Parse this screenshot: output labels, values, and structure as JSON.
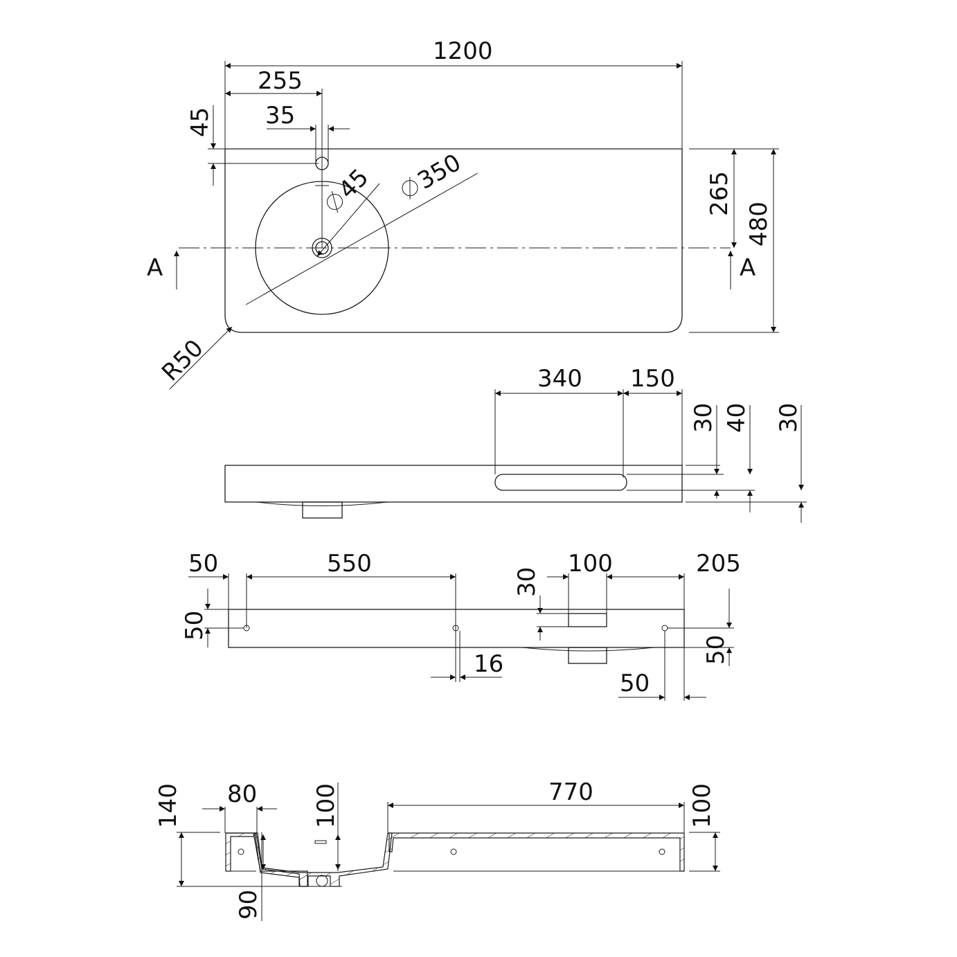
{
  "top_view": {
    "width": "1200",
    "tap_offset": "255",
    "tap_hole": "35",
    "tap_edge": "45",
    "drain_diameter": "45",
    "bowl_diameter": "350",
    "corner_radius": "R50",
    "depth_to_axis": "265",
    "depth": "480",
    "section_left": "A",
    "section_right": "A"
  },
  "side_view": {
    "slot_length": "340",
    "slot_offset": "150",
    "dim_a": "30",
    "dim_b": "40",
    "dim_c": "30"
  },
  "back_view": {
    "left_hole": "50",
    "hole_spacing": "550",
    "slot_width": "100",
    "right_offset": "205",
    "slot_height": "30",
    "left_hole_height": "50",
    "hole_diameter": "16",
    "right_hole_height": "50",
    "right_hole_offset": "50"
  },
  "section_view": {
    "total_height": "140",
    "wall": "80",
    "bowl_depth": "100",
    "shelf_length": "770",
    "shelf_height": "100",
    "drain_offset": "90"
  }
}
